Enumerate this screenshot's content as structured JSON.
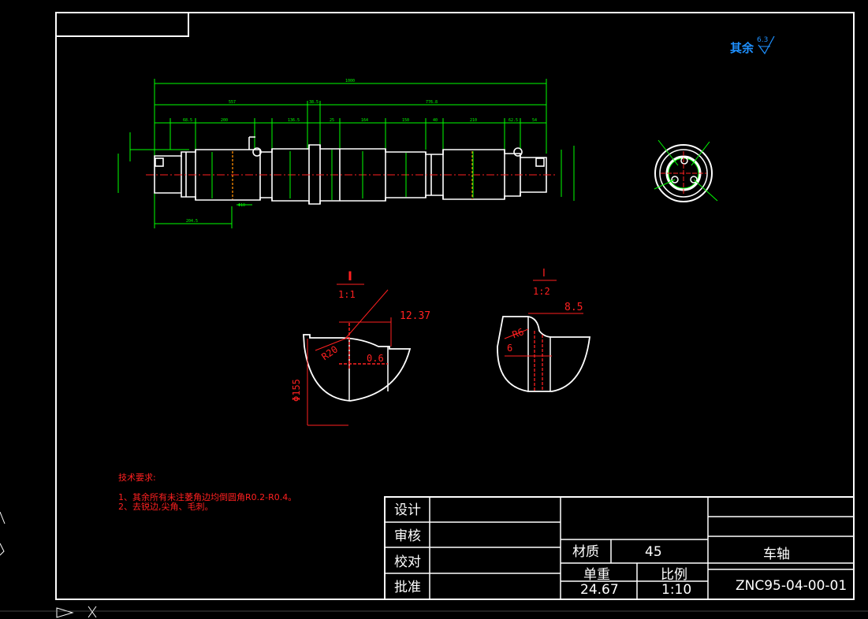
{
  "surface_finish": {
    "prefix": "其余",
    "value": "6.3",
    "color": "#1e90ff"
  },
  "detail_1": {
    "label": "I",
    "scale": "1:1",
    "dim_width": "12.37",
    "dim_depth": "0.6",
    "dim_radius": "R20",
    "dim_diameter": "Φ155"
  },
  "detail_2": {
    "label": "I",
    "scale": "1:2",
    "dim_width": "8.5",
    "dim_radius": "R6",
    "dim_small": "6"
  },
  "tech_requirements": {
    "title": "技术要求:",
    "items": [
      "1、其余所有未注萎角边均倒圆角R0.2-R0.4。",
      "2、去锐边,尖角、毛刺。"
    ]
  },
  "title_block": {
    "rows": [
      "设计",
      "审核",
      "校对",
      "批准"
    ],
    "material_label": "材质",
    "material_value": "45",
    "weight_label": "单重",
    "weight_value": "24.67",
    "scale_label": "比例",
    "scale_value": "1:10",
    "part_name": "车轴",
    "drawing_no": "ZNC95-04-00-01"
  },
  "colors": {
    "dimension": "#00ff00",
    "outline": "#ffffff",
    "annotation": "#ff2020"
  }
}
